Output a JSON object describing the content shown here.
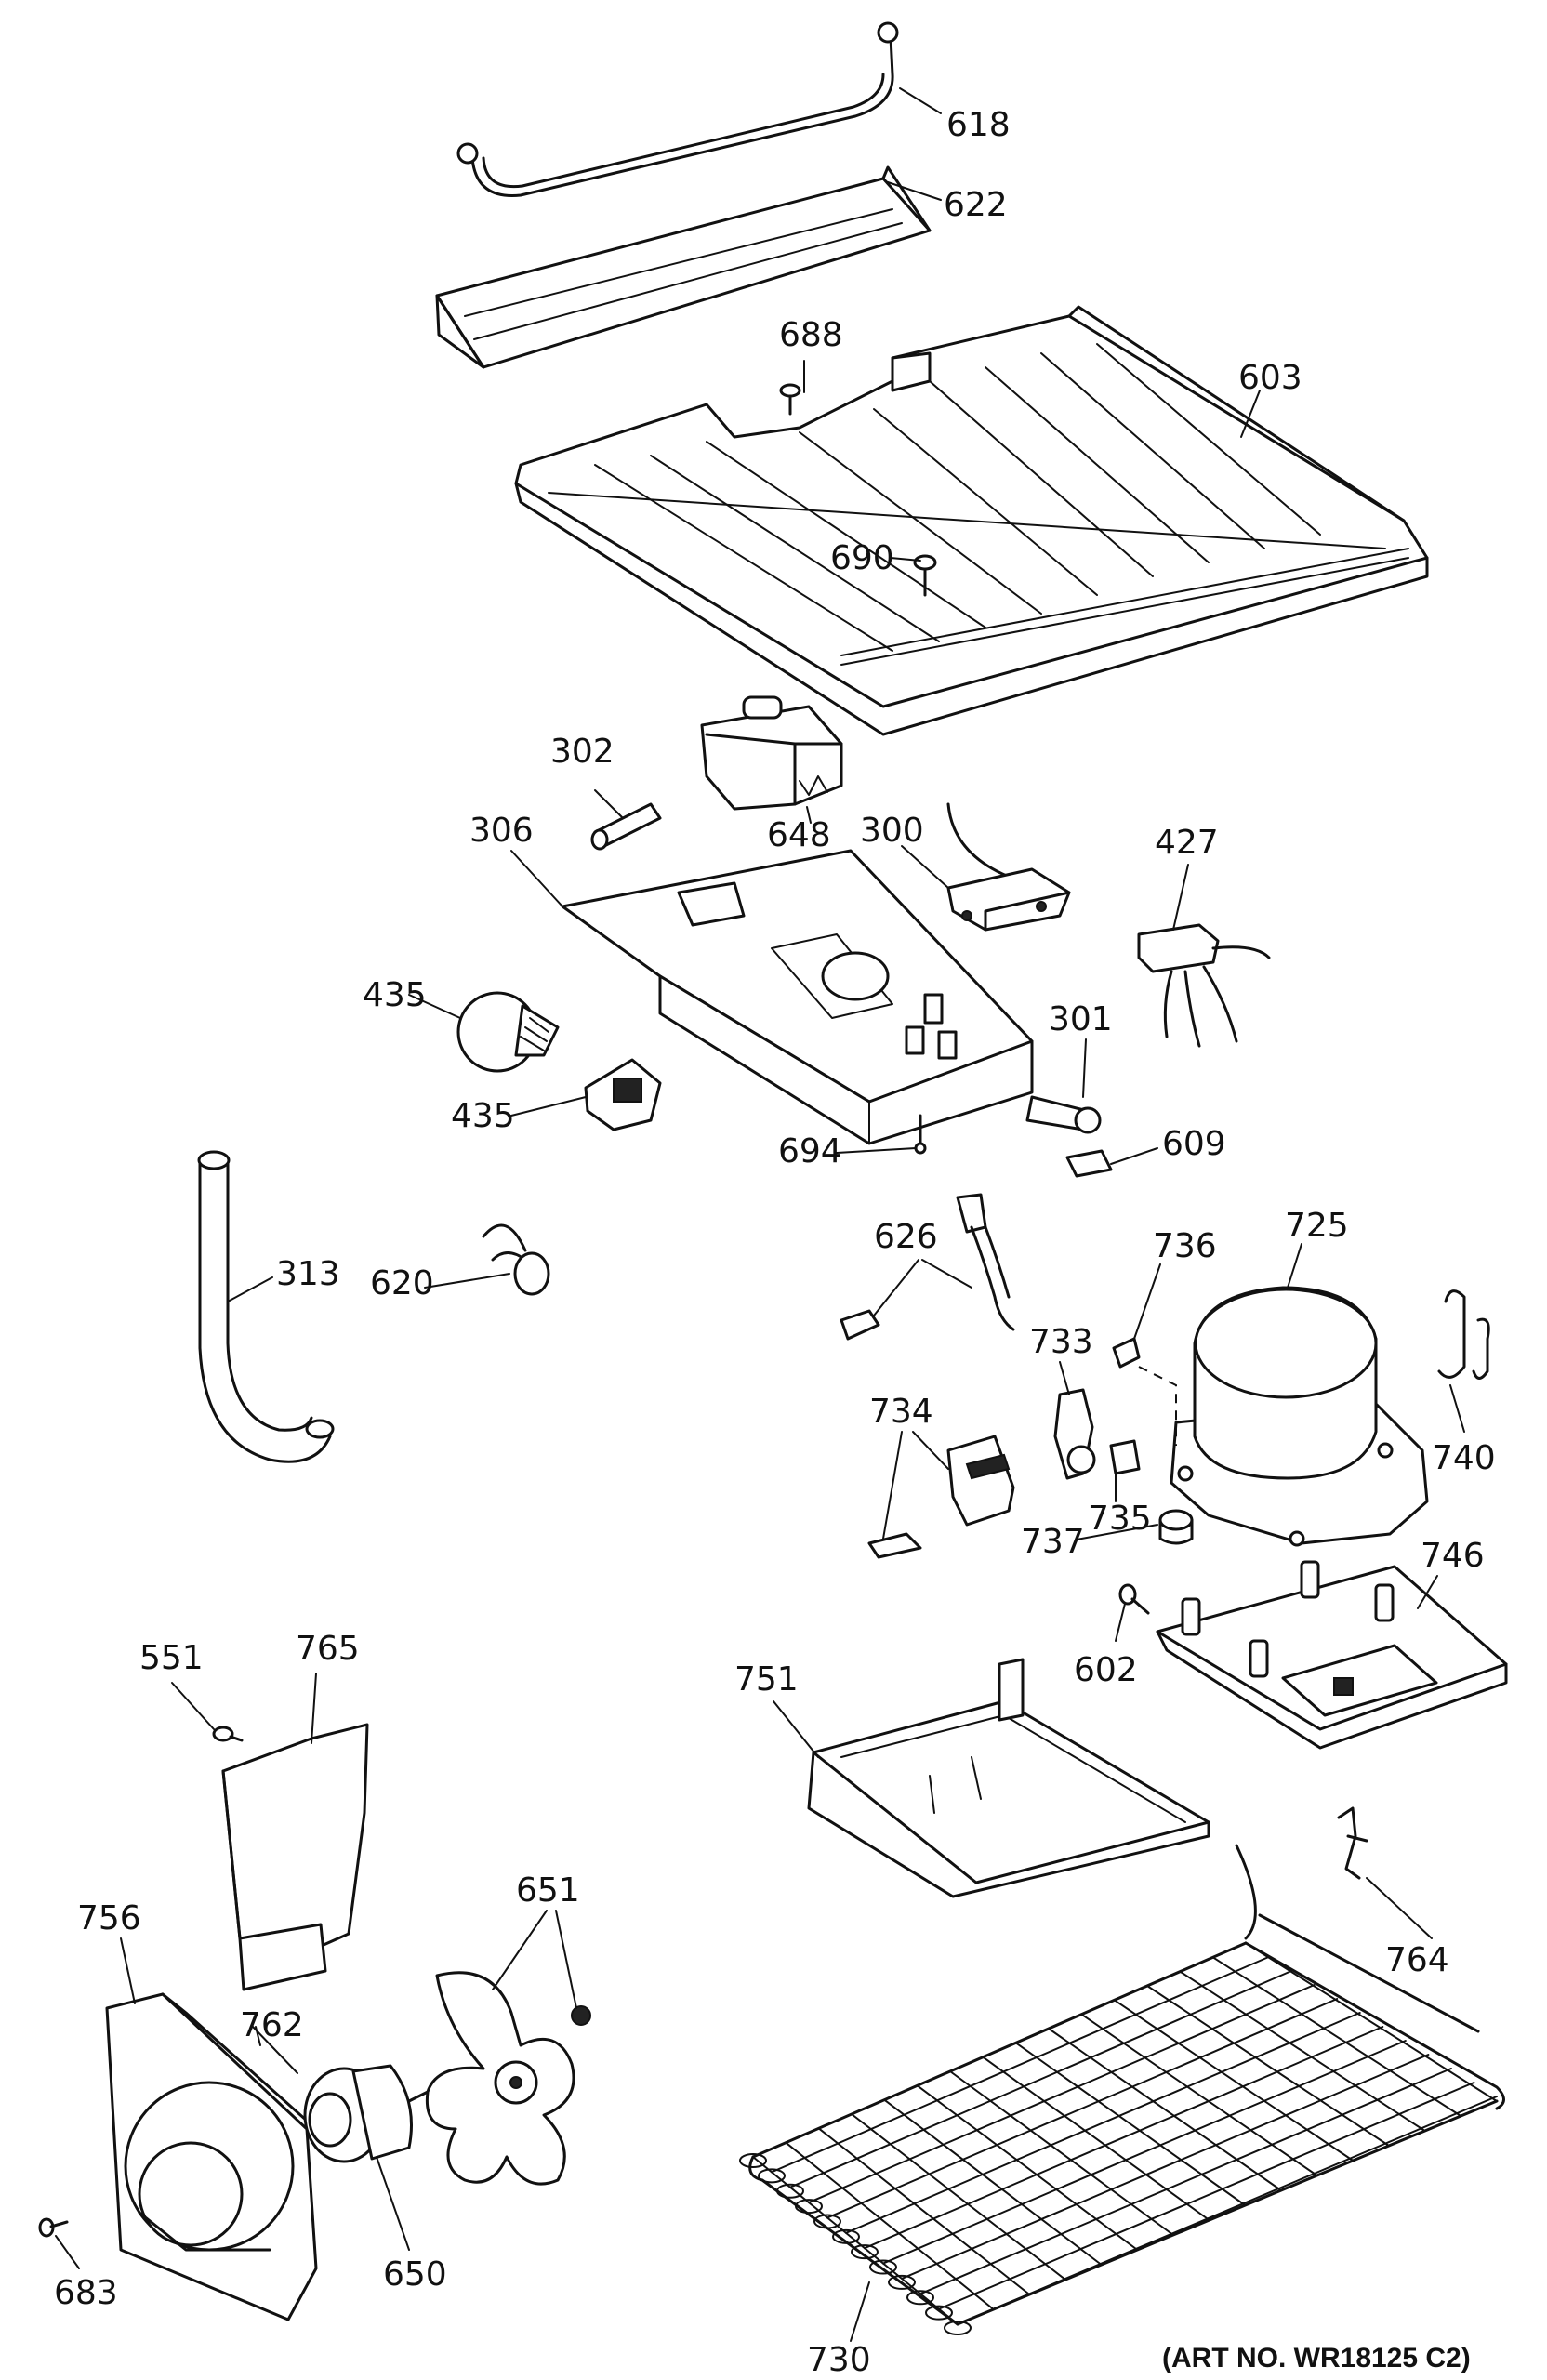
{
  "art_number": "(ART NO. WR18125 C2)",
  "parts": [
    {
      "id": "p618",
      "label": "618"
    },
    {
      "id": "p622",
      "label": "622"
    },
    {
      "id": "p688",
      "label": "688"
    },
    {
      "id": "p603",
      "label": "603"
    },
    {
      "id": "p690",
      "label": "690"
    },
    {
      "id": "p302",
      "label": "302"
    },
    {
      "id": "p648",
      "label": "648"
    },
    {
      "id": "p300",
      "label": "300"
    },
    {
      "id": "p427",
      "label": "427"
    },
    {
      "id": "p306",
      "label": "306"
    },
    {
      "id": "p435a",
      "label": "435"
    },
    {
      "id": "p435b",
      "label": "435"
    },
    {
      "id": "p301",
      "label": "301"
    },
    {
      "id": "p694",
      "label": "694"
    },
    {
      "id": "p609",
      "label": "609"
    },
    {
      "id": "p313",
      "label": "313"
    },
    {
      "id": "p620",
      "label": "620"
    },
    {
      "id": "p626",
      "label": "626"
    },
    {
      "id": "p725",
      "label": "725"
    },
    {
      "id": "p736",
      "label": "736"
    },
    {
      "id": "p733",
      "label": "733"
    },
    {
      "id": "p734",
      "label": "734"
    },
    {
      "id": "p740",
      "label": "740"
    },
    {
      "id": "p735",
      "label": "735"
    },
    {
      "id": "p737",
      "label": "737"
    },
    {
      "id": "p746",
      "label": "746"
    },
    {
      "id": "p551",
      "label": "551"
    },
    {
      "id": "p765",
      "label": "765"
    },
    {
      "id": "p751",
      "label": "751"
    },
    {
      "id": "p602",
      "label": "602"
    },
    {
      "id": "p651",
      "label": "651"
    },
    {
      "id": "p756",
      "label": "756"
    },
    {
      "id": "p762",
      "label": "762"
    },
    {
      "id": "p764",
      "label": "764"
    },
    {
      "id": "p650",
      "label": "650"
    },
    {
      "id": "p683",
      "label": "683"
    },
    {
      "id": "p730",
      "label": "730"
    }
  ]
}
